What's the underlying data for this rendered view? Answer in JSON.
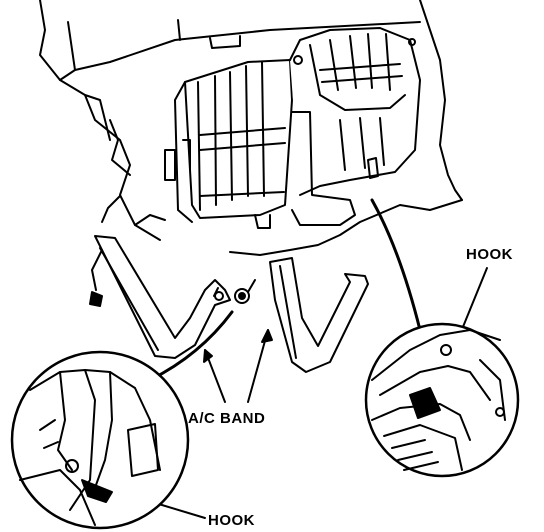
{
  "labels": {
    "hook_top": "HOOK",
    "ac_band": "A/C BAND",
    "hook_bottom": "HOOK"
  },
  "colors": {
    "ink": "#000000",
    "paper": "#ffffff"
  }
}
